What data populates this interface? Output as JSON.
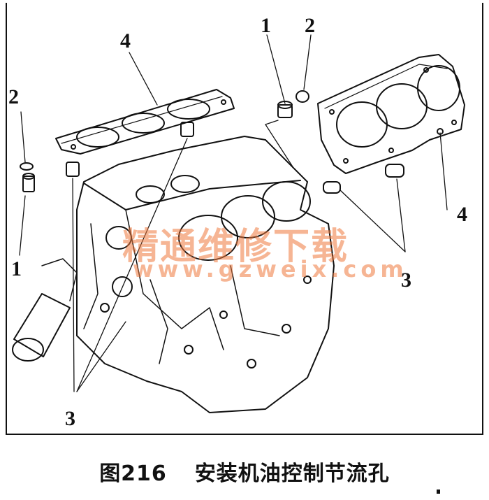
{
  "figure": {
    "number": "图216",
    "title": "安装机油控制节流孔"
  },
  "callouts": {
    "left_2": "2",
    "left_1": "1",
    "left_3": "3",
    "left_4": "4",
    "right_1": "1",
    "right_2": "2",
    "right_3": "3",
    "right_4": "4"
  },
  "watermark": {
    "name": "精通维修下载",
    "url": "www.gzweix.com"
  }
}
